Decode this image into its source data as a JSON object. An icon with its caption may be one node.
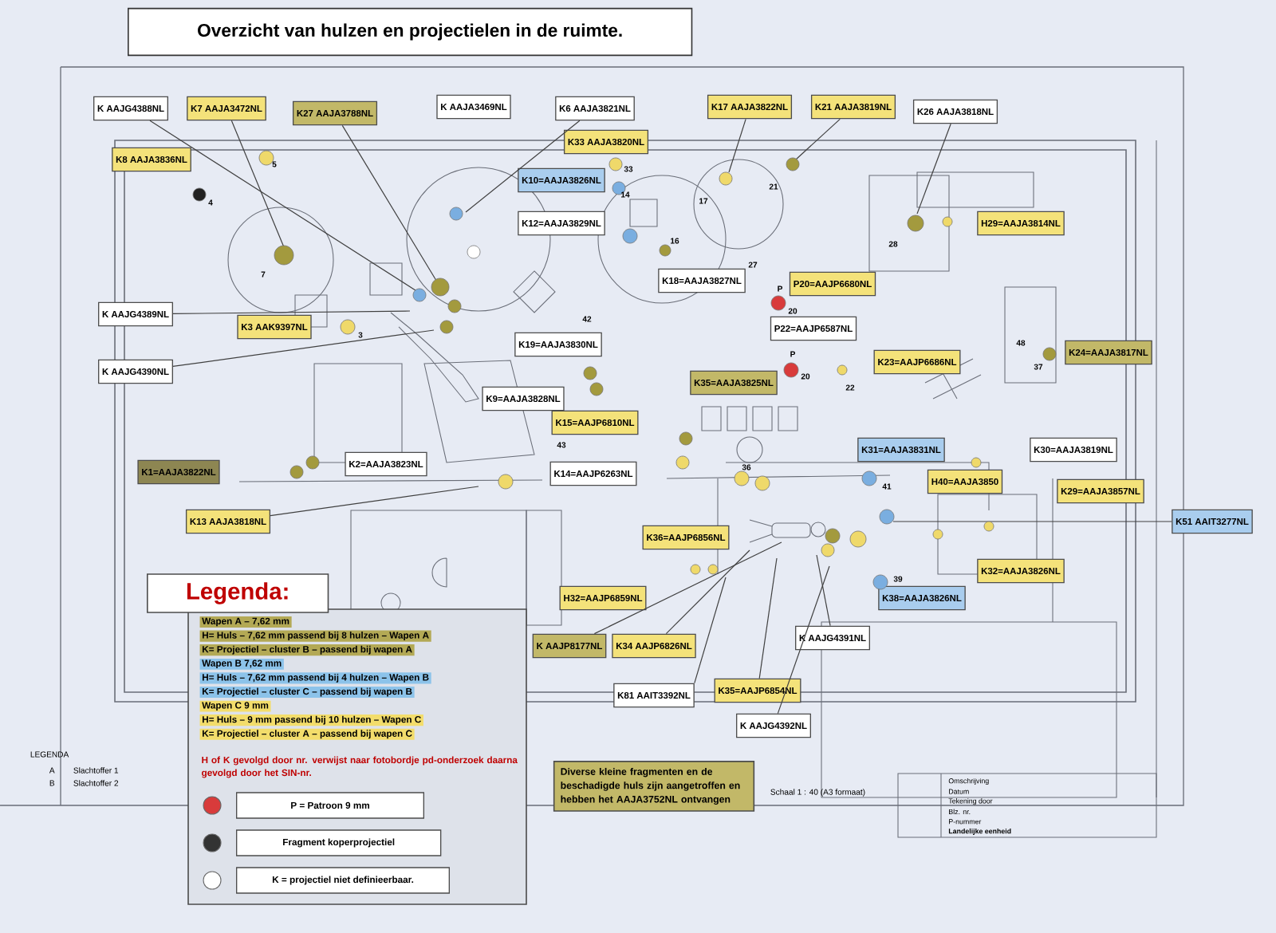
{
  "diagram": {
    "title": "Overzicht van hulzen en projectielen in de ruimte.",
    "nodes": [
      {
        "text": [
          "K AAJG4388NL"
        ]
      },
      {
        "text": [
          "K7 AAJA3472NL"
        ]
      },
      {
        "text": [
          "K27 AAJA3788NL"
        ]
      },
      {
        "text": [
          "K AAJA3469NL"
        ]
      },
      {
        "text": [
          "K6 AAJA3821NL"
        ]
      },
      {
        "text": [
          "K17 AAJA3822NL"
        ]
      },
      {
        "text": [
          "K21 AAJA3819NL"
        ]
      },
      {
        "text": [
          "K26 AAJA3818NL"
        ]
      },
      {
        "text": [
          "K8 AAJA3836NL"
        ]
      },
      {
        "text": [
          "K33 AAJA3820NL"
        ]
      },
      {
        "text": [
          "K10=AAJA3826NL"
        ]
      },
      {
        "text": [
          "K12=AAJA3829NL"
        ]
      },
      {
        "text": [
          "K18=AAJA3827NL"
        ]
      },
      {
        "text": [
          "P20=AAJP6680NL"
        ]
      },
      {
        "text": [
          "P22=AAJP6587NL"
        ]
      },
      {
        "text": [
          "H29=AAJA3814NL"
        ]
      },
      {
        "text": [
          "K23=AAJP6686NL"
        ]
      },
      {
        "text": [
          "K24=AAJA3817NL"
        ]
      },
      {
        "text": [
          "K AAJG4389NL"
        ]
      },
      {
        "text": [
          "K3 AAK9397NL"
        ]
      },
      {
        "text": [
          "K AAJG4390NL"
        ]
      },
      {
        "text": [
          "K19=AAJA3830NL"
        ]
      },
      {
        "text": [
          "K9=AAJA3828NL"
        ]
      },
      {
        "text": [
          "K15=AAJP6810NL"
        ]
      },
      {
        "text": [
          "K35=AAJA3825NL"
        ]
      },
      {
        "text": [
          "K1=AAJA3822NL"
        ]
      },
      {
        "text": [
          "K2=AAJA3823NL"
        ]
      },
      {
        "text": [
          "K13 AAJA3818NL"
        ]
      },
      {
        "text": [
          "K14=AAJP6263NL"
        ]
      },
      {
        "text": [
          "K31=AAJA3831NL"
        ]
      },
      {
        "text": [
          "K30=AAJA3819NL"
        ]
      },
      {
        "text": [
          "H40=AAJA3850"
        ]
      },
      {
        "text": [
          "K29=AAJA3857NL"
        ]
      },
      {
        "text": [
          "K51 AAIT3277NL"
        ]
      },
      {
        "text": [
          "K36=AAJP6856NL"
        ]
      },
      {
        "text": [
          "H32=AAJP6859NL"
        ]
      },
      {
        "text": [
          "K AAJP8177NL"
        ]
      },
      {
        "text": [
          "K32=AAJA3826NL"
        ]
      },
      {
        "text": [
          "K38=AAJA3826NL"
        ]
      },
      {
        "text": [
          "K34 AAJP6826NL"
        ]
      },
      {
        "text": [
          "K AAJG4391NL"
        ]
      },
      {
        "text": [
          "K81 AAIT3392NL"
        ]
      },
      {
        "text": [
          "K35=AAJP6854NL"
        ]
      },
      {
        "text": [
          "K AAJG4392NL"
        ]
      },
      {
        "text": [
          "Diverse kleine fragmenten en de beschadigde huls zijn aangetroffen en hebben het AAJA3752NL ontvangen"
        ]
      },
      {
        "text": [
          "Legenda:"
        ]
      }
    ],
    "edges": [
      {
        "from": 0,
        "to": null,
        "arrow": "none"
      },
      {
        "from": 1,
        "to": null,
        "arrow": "none"
      },
      {
        "from": 2,
        "to": null,
        "arrow": "none"
      },
      {
        "from": 4,
        "to": null,
        "arrow": "none"
      },
      {
        "from": 5,
        "to": null,
        "arrow": "none"
      },
      {
        "from": 6,
        "to": null,
        "arrow": "none"
      },
      {
        "from": 7,
        "to": null,
        "arrow": "none"
      },
      {
        "from": 18,
        "to": null,
        "arrow": "none"
      },
      {
        "from": 20,
        "to": null,
        "arrow": "none"
      },
      {
        "from": 27,
        "to": null,
        "arrow": "none"
      },
      {
        "from": 33,
        "to": null,
        "arrow": "none"
      },
      {
        "from": 36,
        "to": null,
        "arrow": "none"
      },
      {
        "from": 39,
        "to": null,
        "arrow": "none"
      },
      {
        "from": 40,
        "to": null,
        "arrow": "none"
      },
      {
        "from": 41,
        "to": null,
        "arrow": "none"
      },
      {
        "from": 42,
        "to": null,
        "arrow": "none"
      },
      {
        "from": 43,
        "to": null,
        "arrow": "none"
      }
    ],
    "labels": [
      "5",
      "4",
      "33",
      "14",
      "17",
      "21",
      "28",
      "7",
      "16",
      "27",
      "P",
      "20",
      "42",
      "3",
      "48",
      "P",
      "37",
      "20",
      "22",
      "43",
      "36",
      "41",
      "39",
      "H of K gevolgd door nr. verwijst naar fotobordje pd-onderzoek daarna gevolgd door het SIN-nr.",
      "LEGENDA",
      "A",
      "Slachtoffer 1",
      "B",
      "Slachtoffer 2",
      "Schaal 1 : 40 (A3 formaat)",
      "Omschrijving",
      "Datum",
      "Tekening door",
      "Blz. nr.",
      "P-nummer",
      "Landelijke eenheid"
    ],
    "legend": [
      {
        "text": "Wapen A – 7,62 mm",
        "color": "#b3a955"
      },
      {
        "text": "H= Huls – 7,62 mm passend bij 8 hulzen – Wapen A",
        "color": "#b3a955"
      },
      {
        "text": "K= Projectiel – cluster B – passend bij wapen A",
        "color": "#b3a955"
      },
      {
        "text": "Wapen B 7,62 mm",
        "color": "#8cc3ea"
      },
      {
        "text": "H= Huls – 7,62 mm passend bij 4 hulzen – Wapen B",
        "color": "#8cc3ea"
      },
      {
        "text": "K= Projectiel – cluster C – passend bij wapen B",
        "color": "#8cc3ea"
      },
      {
        "text": "Wapen C 9 mm",
        "color": "#f3dd6b"
      },
      {
        "text": "H= Huls – 9 mm passend bij 10 hulzen – Wapen C",
        "color": "#f3dd6b"
      },
      {
        "text": "K= Projectiel – cluster A – passend bij wapen C",
        "color": "#f3dd6b"
      },
      {
        "text": "P = Patroon 9 mm",
        "color": "#d83b3b"
      },
      {
        "text": "Fragment koperprojectiel",
        "color": "#333333"
      },
      {
        "text": "K = projectiel niet definieerbaar.",
        "color": "#ffffff"
      }
    ]
  }
}
